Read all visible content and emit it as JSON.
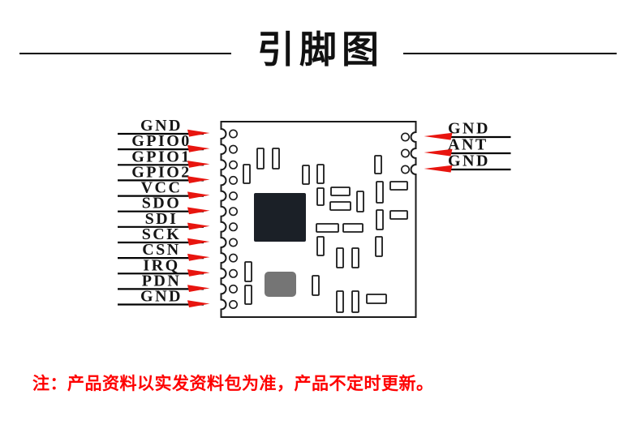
{
  "title": "引脚图",
  "pins": {
    "left": [
      "GND",
      "GPIO0",
      "GPIO1",
      "GPIO2",
      "VCC",
      "SDO",
      "SDI",
      "SCK",
      "CSN",
      "IRQ",
      "PDN",
      "GND"
    ],
    "right": [
      "GND",
      "ANT",
      "GND"
    ]
  },
  "note": "注：产品资料以实发资料包为准，产品不定时更新。",
  "colors": {
    "arrow_red": "#e8150f",
    "note_red": "#fe0000",
    "line_black": "#000000",
    "main_chip": "#1b2027",
    "secondary_chip": "#757575"
  }
}
